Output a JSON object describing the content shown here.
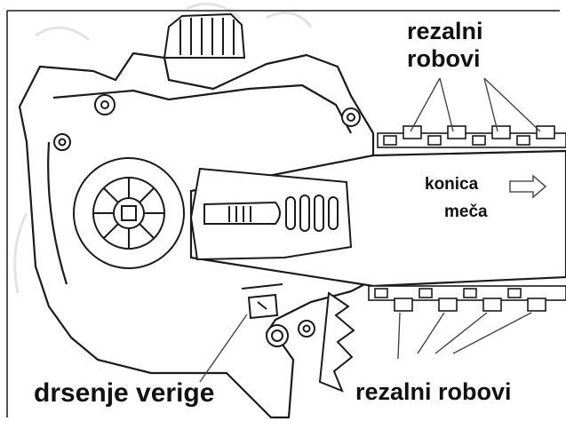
{
  "figure": {
    "colors": {
      "line": "#1a1a1a",
      "background": "#ffffff",
      "watermark": "#c8c8c8"
    },
    "labels": {
      "cutting_teeth_top": [
        "rezalni",
        "robovi"
      ],
      "bar_tip": [
        "konica",
        "meča"
      ],
      "chain_guide": "drsenje verige",
      "cutting_teeth_bottom": "rezalni robovi"
    }
  }
}
